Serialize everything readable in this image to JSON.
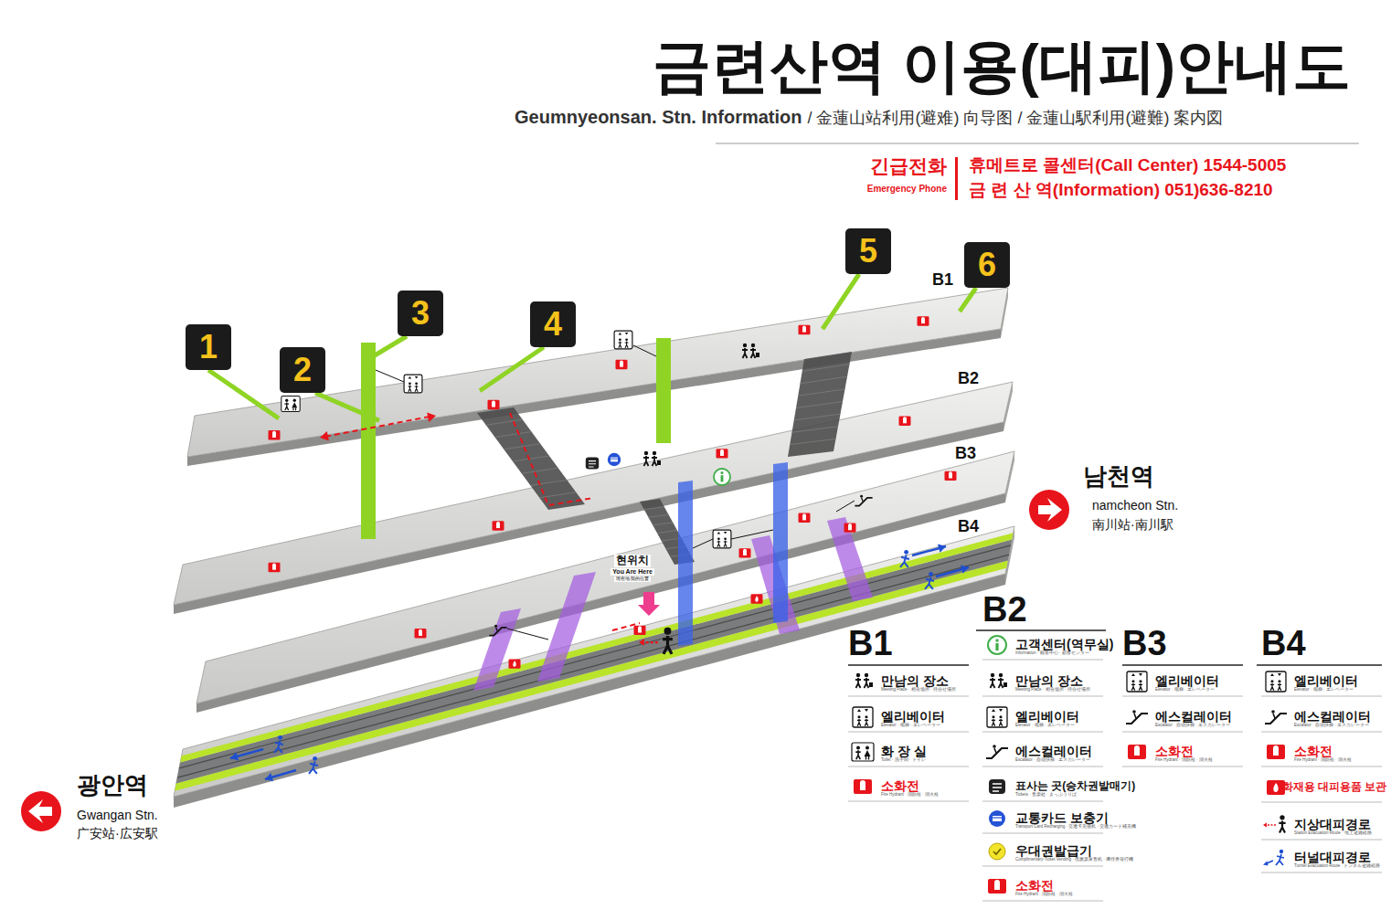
{
  "diagram": {
    "title": "금련산역 이용(대피)안내도",
    "nodes": [
      {
        "text": [
          "1"
        ]
      },
      {
        "text": [
          "2"
        ]
      },
      {
        "text": [
          "3"
        ]
      },
      {
        "text": [
          "4"
        ]
      },
      {
        "text": [
          "5"
        ]
      },
      {
        "text": [
          "6"
        ]
      }
    ],
    "labels": [
      "Geumnyeonsan. Stn. Information",
      "/ 金蓮山站利用(避难) 向导图 / 金蓮山駅利用(避難) 案内図",
      "긴급전화",
      "Emergency Phone",
      "휴메트로 콜센터(Call Center) 1544-5005",
      "금 련 산 역(Information) 051)636-8210",
      "B1",
      "B2",
      "B3",
      "B4",
      "남천역",
      "namcheon Stn.",
      "南川站·南川駅",
      "광안역",
      "Gwangan Stn.",
      "广安站·広安駅",
      "현위치",
      "You Are Here",
      "現在地·我的位置",
      "B1",
      "B2",
      "B3",
      "B4",
      "Meeting Place · 相会场所 · 待合せ場所",
      "Elevator · 电梯 · エレベーター",
      "Toilet · 洗手间 · トイレ",
      "Fire Hydrant · 消防栓 · 消火栓",
      "Information · 顾客中心 · 顧客センター",
      "Meeting Place · 相会场所 · 待合せ場所",
      "Elevator · 电梯 · エレベーター",
      "Escalator · 自动扶梯 · エスカレーター",
      "Tickets · 售票处 · きっぷうりば",
      "Transport Card Recharging · 交通卡充值机 · 交通カード補充機",
      "Complimentary-Ticket Vending · 优惠票发售机 · 優待券発行機",
      "Fire Hydrant · 消防栓 · 消火栓",
      "Elevator · 电梯 · エレベーター",
      "Escalator · 自动扶梯 · エスカレーター",
      "Fire Hydrant · 消防栓 · 消火栓",
      "Elevator · 电梯 · エレベーター",
      "Escalator · 自动扶梯 · エスカレーター",
      "Fire Hydrant · 消防栓 · 消火栓",
      "Station Evacuation Route · 地上避難経路",
      "Tunnel Evacuation Route · トンネル避難経路"
    ],
    "legend": [
      {
        "text": "만남의 장소"
      },
      {
        "text": "엘리베이터"
      },
      {
        "text": "화 장 실"
      },
      {
        "text": "소화전"
      },
      {
        "text": "고객센터(역무실)"
      },
      {
        "text": "만남의 장소"
      },
      {
        "text": "엘리베이터"
      },
      {
        "text": "에스컬레이터"
      },
      {
        "text": "표사는 곳(승차권발매기)"
      },
      {
        "text": "교통카드 보충기"
      },
      {
        "text": "우대권발급기"
      },
      {
        "text": "소화전"
      },
      {
        "text": "엘리베이터"
      },
      {
        "text": "에스컬레이터"
      },
      {
        "text": "소화전"
      },
      {
        "text": "엘리베이터"
      },
      {
        "text": "에스컬레이터"
      },
      {
        "text": "소화전"
      },
      {
        "text": "화재용 대피용품 보관"
      },
      {
        "text": "지상대피경로"
      },
      {
        "text": "터널대피경로"
      }
    ]
  }
}
